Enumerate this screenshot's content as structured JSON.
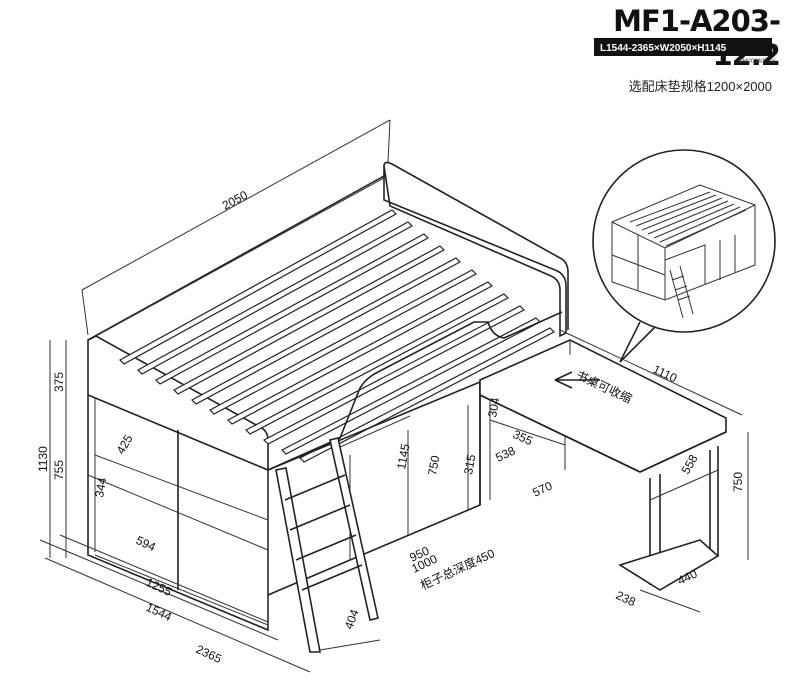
{
  "header": {
    "model": "MF1-A203-12.2",
    "dimensions": "L1544-2365×W2050×H1145",
    "code": "CM201407.01",
    "mattress": "选配床垫规格1200×2000"
  },
  "dimensions": {
    "total_length": "2050",
    "desk_length": "1110",
    "bed_height_upper": "375",
    "bed_height_total": "1130",
    "bed_height_lower": "755",
    "cube_width": "425",
    "cube_height": "344",
    "cube_depth": "594",
    "base_length": "1255",
    "bed_width": "1544",
    "extended_width": "2365",
    "ladder_offset": "404",
    "cabinet_inner": "1145",
    "door_height": "750",
    "shelf_height": "315",
    "shelf_top": "304",
    "desk_shelf": "355",
    "desk_depth_a": "538",
    "desk_depth_b": "570",
    "cabinet_950": "950",
    "cabinet_1000": "1000",
    "desk_height": "750",
    "leg_depth": "558",
    "leg_width": "440",
    "foot_depth": "238"
  },
  "annotations": {
    "desk_note": "书桌可收缩",
    "cabinet_note": "柜子总深度450"
  }
}
